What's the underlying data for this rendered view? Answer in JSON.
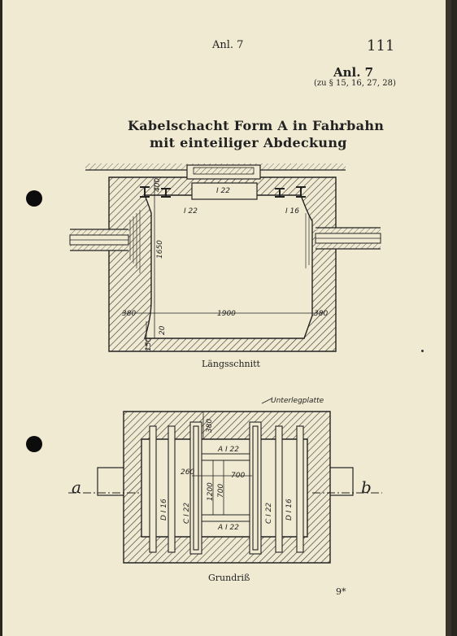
{
  "header": {
    "center": "Anl. 7",
    "page_number": "111",
    "annex_label": "Anl. 7",
    "annex_ref": "(zu § 15, 16, 27, 28)"
  },
  "title": {
    "line1": "Kabelschacht Form A in Fahrbahn",
    "line2": "mit einteiliger Abdeckung"
  },
  "section": {
    "caption": "Längsschnitt",
    "dims": {
      "top_slab": "400",
      "height": "1650",
      "left_wall": "380",
      "inner_width": "1900",
      "right_wall": "380",
      "floor_top": "20",
      "floor": "150"
    },
    "beams": {
      "center": "I 22",
      "left": "I 22",
      "right": "I 16"
    }
  },
  "plan": {
    "caption": "Grundriß",
    "unterlegplatte": "Unterlegplatte",
    "point_a": "a",
    "point_b": "b",
    "beam_a_top": "A  I 22",
    "beam_a_bottom": "A  I 22",
    "beam_c_left": "C  I 22",
    "beam_c_right": "C  I 22",
    "beam_d_left": "D  I 16",
    "beam_d_right": "D  I 16",
    "dims": {
      "d380": "380",
      "d260": "260",
      "d700_h": "700",
      "d1200": "1200",
      "d700_v": "700"
    }
  },
  "footer": {
    "sheet_mark": "9*"
  }
}
